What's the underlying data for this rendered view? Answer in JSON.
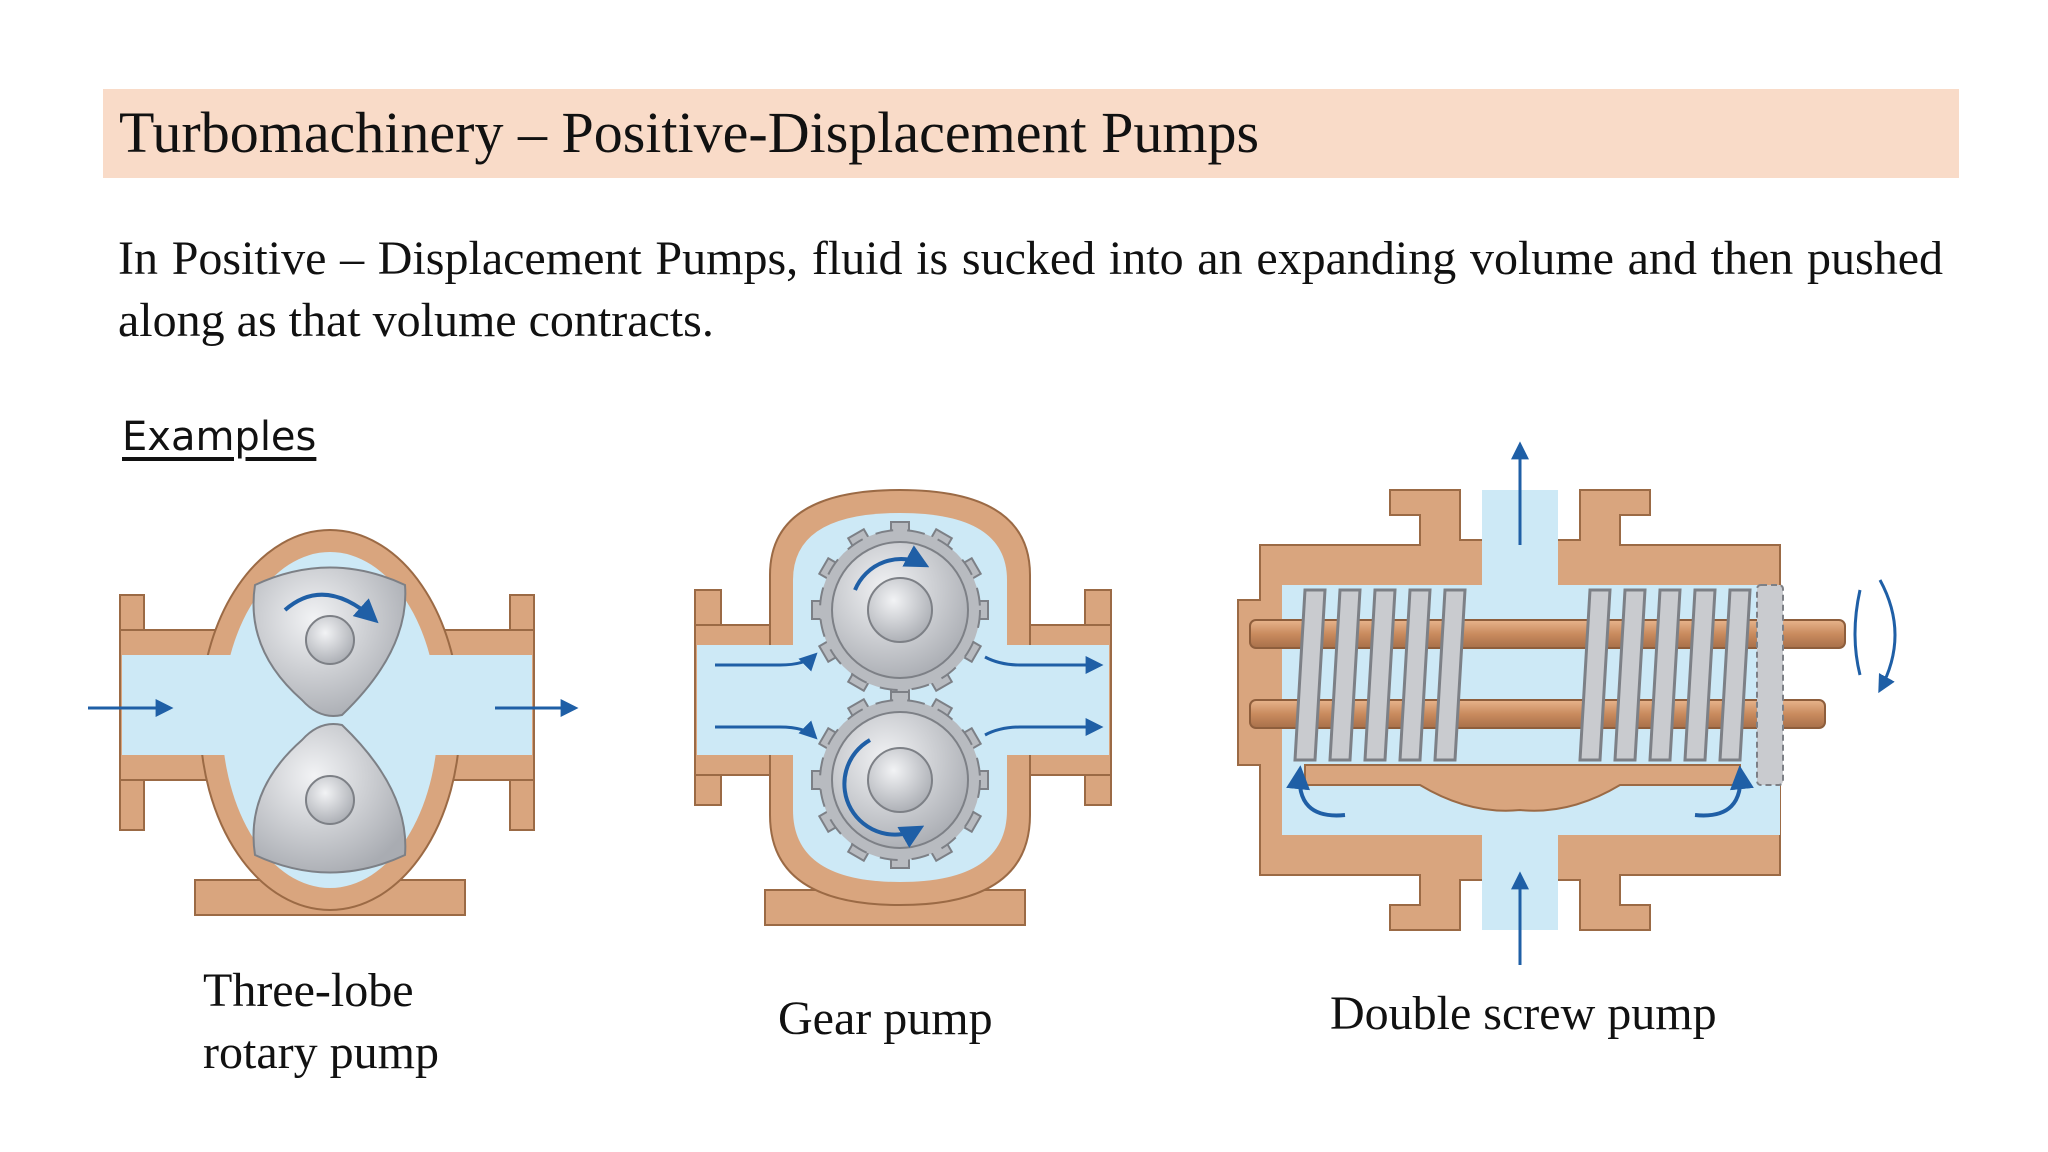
{
  "slide": {
    "title": "Turbomachinery – Positive-Displacement Pumps",
    "intro": "In Positive – Displacement Pumps, fluid is sucked into an expanding volume and then pushed along as that volume contracts.",
    "examples_label": "Examples"
  },
  "figures": [
    {
      "caption_line1": "Three-lobe",
      "caption_line2": "rotary pump"
    },
    {
      "caption": "Gear pump"
    },
    {
      "caption": "Double screw pump"
    }
  ],
  "colors": {
    "title_band": "#f9dbc8",
    "fluid": "#cde9f6",
    "housing": "#d9a57e",
    "housing_edge": "#9b6a45",
    "metal": "#c9cbcf",
    "flow_arrow": "#1f5fa6"
  }
}
